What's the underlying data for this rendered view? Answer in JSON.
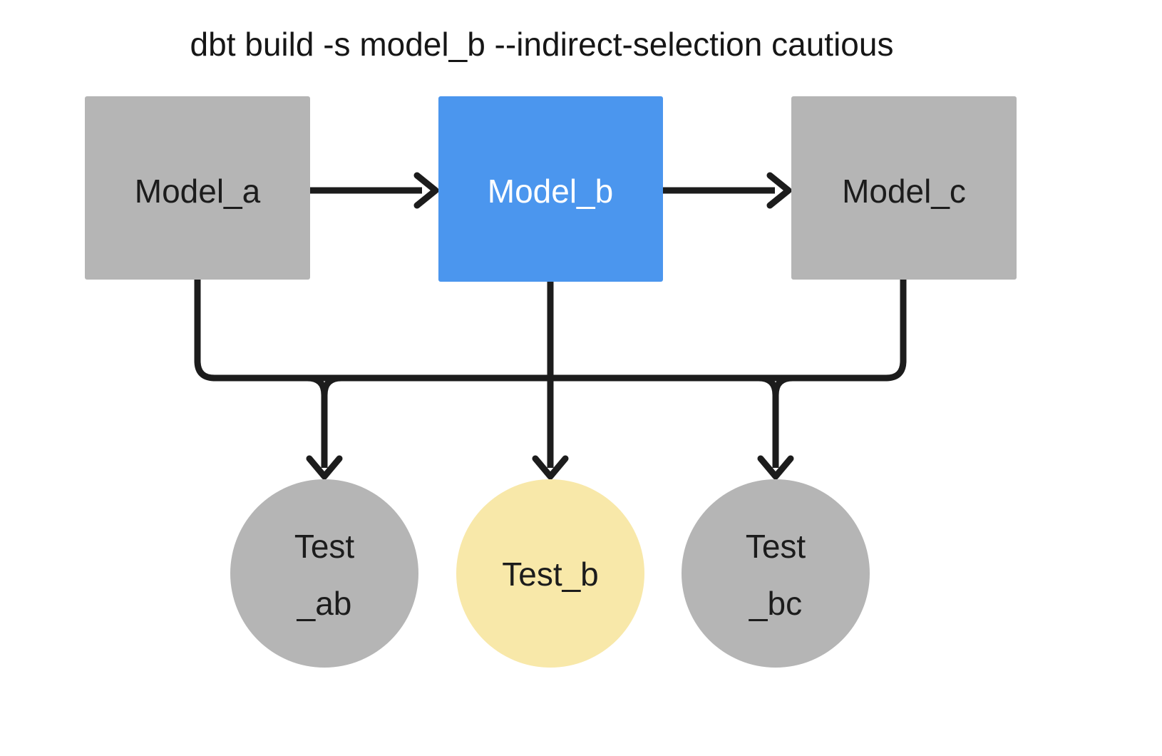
{
  "title": "dbt build -s model_b --indirect-selection cautious",
  "colors": {
    "selected_blue": "#4b96ee",
    "indirect_yellow": "#f8e8a9",
    "unselected_gray": "#b5b5b5",
    "line_black": "#1c1c1c",
    "background": "#ffffff"
  },
  "nodes": {
    "model_a": {
      "label": "Model_a"
    },
    "model_b": {
      "label": "Model_b"
    },
    "model_c": {
      "label": "Model_c"
    },
    "test_ab": {
      "label_line1": "Test",
      "label_line2": "_ab"
    },
    "test_b": {
      "label": "Test_b"
    },
    "test_bc": {
      "label_line1": "Test",
      "label_line2": "_bc"
    }
  }
}
